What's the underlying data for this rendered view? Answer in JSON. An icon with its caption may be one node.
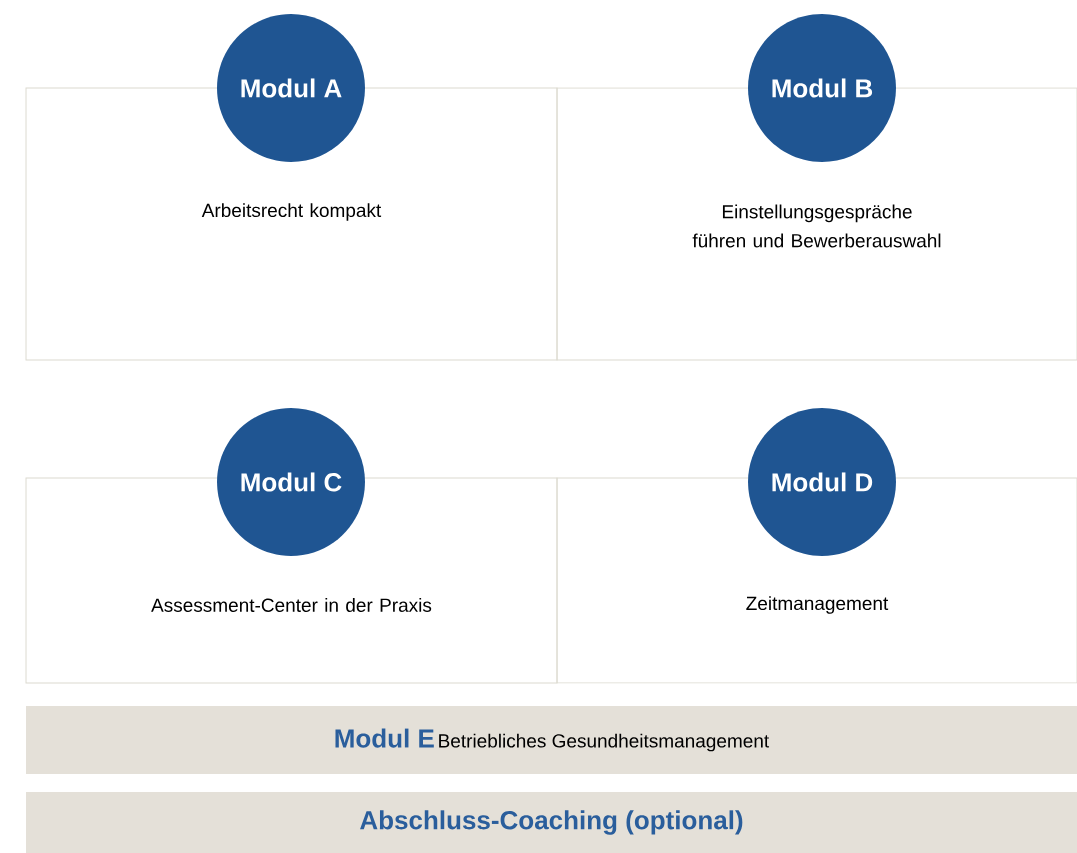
{
  "diagram": {
    "nodes": [
      {
        "text": [
          "Modul A"
        ]
      },
      {
        "text": [
          "Arbeitsrecht kompakt"
        ]
      },
      {
        "text": [
          "Modul B"
        ]
      },
      {
        "text": [
          "Einstellungsgespräche führen und Bewerberauswahl"
        ]
      },
      {
        "text": [
          "Modul C"
        ]
      },
      {
        "text": [
          "Assessment-Center in der Praxis"
        ]
      },
      {
        "text": [
          "Modul D"
        ]
      },
      {
        "text": [
          "Zeitmanagement"
        ]
      },
      {
        "text": [
          "Modul E",
          "Betriebliches Gesundheitsmanagement"
        ]
      },
      {
        "text": [
          "Abschluss-Coaching (optional)"
        ]
      }
    ]
  }
}
